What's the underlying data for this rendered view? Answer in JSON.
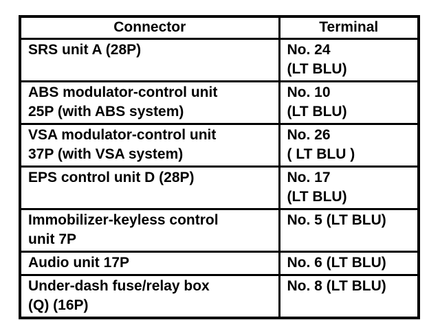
{
  "page": {
    "background_color": "#ffffff",
    "text_color": "#000000",
    "border_color": "#000000"
  },
  "table": {
    "headers": {
      "connector": "Connector",
      "terminal": "Terminal"
    },
    "rows": [
      {
        "connector": [
          "SRS unit A (28P)"
        ],
        "terminal": [
          "No. 24",
          "(LT BLU)"
        ]
      },
      {
        "connector": [
          "ABS modulator-control unit",
          "25P (with ABS system)"
        ],
        "terminal": [
          "No. 10",
          "(LT BLU)"
        ]
      },
      {
        "connector": [
          "VSA modulator-control unit",
          "37P (with VSA system)"
        ],
        "terminal": [
          "No. 26",
          "( LT BLU )"
        ]
      },
      {
        "connector": [
          "EPS control unit D (28P)"
        ],
        "terminal": [
          "No. 17",
          "(LT BLU)"
        ]
      },
      {
        "connector": [
          "Immobilizer-keyless control",
          "unit 7P"
        ],
        "terminal": [
          "No. 5 (LT BLU)"
        ]
      },
      {
        "connector": [
          "Audio unit 17P"
        ],
        "terminal": [
          "No. 6 (LT BLU)"
        ]
      },
      {
        "connector": [
          "Under-dash fuse/relay box",
          "(Q) (16P)"
        ],
        "terminal": [
          "No. 8 (LT BLU)"
        ]
      }
    ]
  }
}
